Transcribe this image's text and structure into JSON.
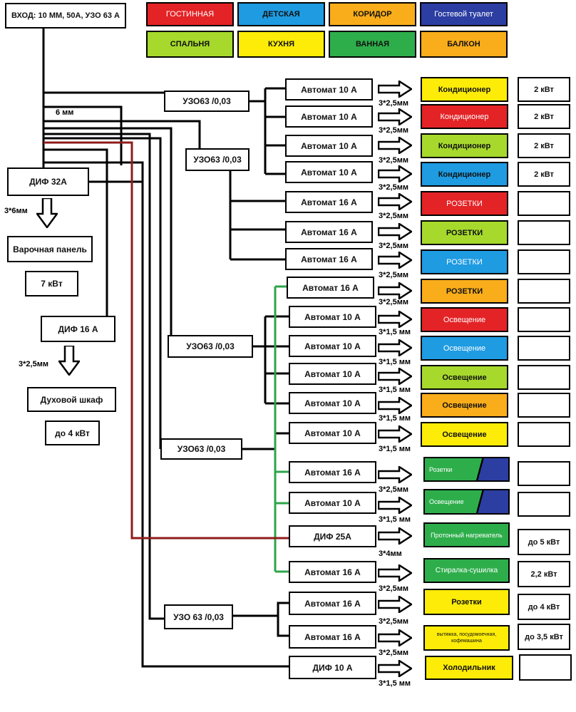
{
  "header": {
    "input_label": "ВХОД: 10 ММ, 50А, УЗО 63 А"
  },
  "legend": [
    {
      "label": "ГОСТИННАЯ",
      "color": "#e32326"
    },
    {
      "label": "ДЕТСКАЯ",
      "color": "#1e9be1"
    },
    {
      "label": "КОРИДОР",
      "color": "#f9ad1a"
    },
    {
      "label": "Гостевой туалет",
      "color": "#2c3ea2"
    },
    {
      "label": "СПАЛЬНЯ",
      "color": "#a6d92c"
    },
    {
      "label": "КУХНЯ",
      "color": "#fcec07"
    },
    {
      "label": "ВАННАЯ",
      "color": "#2eae4b"
    },
    {
      "label": "БАЛКОН",
      "color": "#f9ad1a"
    }
  ],
  "left_branch": {
    "dif1": "ДИФ  32А",
    "cable1": "3*6мм",
    "load1": "Варочная панель",
    "power1": "7 кВт",
    "dif2": "ДИФ    16 А",
    "cable2": "3*2,5мм",
    "load2": "Духовой шкаф",
    "power2": "до   4 кВт"
  },
  "wire_label": "6 мм",
  "rcds": [
    "УЗО63 /0,03",
    "УЗО63 /0,03",
    "УЗО63 /0,03",
    "УЗО63 /0,03",
    "УЗО 63 /0,03"
  ],
  "rows": [
    {
      "breaker": "Автомат  10 А",
      "cable": "3*2,5мм",
      "load": "Кондиционер",
      "power": "2 кВт"
    },
    {
      "breaker": "Автомат   10 А",
      "cable": "3*2,5мм",
      "load": "Кондиционер",
      "power": "2 кВт"
    },
    {
      "breaker": "Автомат   10 А",
      "cable": "3*2,5мм",
      "load": "Кондиционер",
      "power": "2 кВт"
    },
    {
      "breaker": "Автомат   10 А",
      "cable": "3*2,5мм",
      "load": "Кондиционер",
      "power": "2 кВт"
    },
    {
      "breaker": "Автомат  16 А",
      "cable": "3*2,5мм",
      "load": "РОЗЕТКИ",
      "power": ""
    },
    {
      "breaker": "Автомат  16 А",
      "cable": "3*2,5мм",
      "load": "РОЗЕТКИ",
      "power": ""
    },
    {
      "breaker": "Автомат  16 А",
      "cable": "3*2,5мм",
      "load": "РОЗЕТКИ",
      "power": ""
    },
    {
      "breaker": "Автомат   16 А",
      "cable": "3*2,5мм",
      "load": "РОЗЕТКИ",
      "power": ""
    },
    {
      "breaker": "Автомат    10 А",
      "cable": "3*1,5 мм",
      "load": "Освещение",
      "power": ""
    },
    {
      "breaker": "Автомат   10 А",
      "cable": "3*1,5 мм",
      "load": "Освещение",
      "power": ""
    },
    {
      "breaker": "Автомат   10 А",
      "cable": "3*1,5 мм",
      "load": "Освещение",
      "power": ""
    },
    {
      "breaker": "Автомат   10 А",
      "cable": "3*1,5 мм",
      "load": "Освещение",
      "power": ""
    },
    {
      "breaker": "Автомат   10 А",
      "cable": "3*1,5 мм",
      "load": "Освещение",
      "power": ""
    },
    {
      "breaker": "Автомат  16 А",
      "cable": "3*2,5мм",
      "load": "Розетки",
      "power": ""
    },
    {
      "breaker": "Автомат    10 А",
      "cable": "3*1,5 мм",
      "load": "Освещение",
      "power": ""
    },
    {
      "breaker": "ДИФ     25А",
      "cable": "3*4мм",
      "load": "Протонный нагреватель",
      "power": "до 5 кВт"
    },
    {
      "breaker": "Автомат   16 А",
      "cable": "3*2,5мм",
      "load": "Стиралка-сушилка",
      "power": "2,2 кВт"
    },
    {
      "breaker": "Автомат     16 А",
      "cable": "3*2,5мм",
      "load": "Розетки",
      "power": "до 4 кВт"
    },
    {
      "breaker": "Автомат    16 А",
      "cable": "3*2,5мм",
      "load": "вытяжка, посудомоечная, кофемашина",
      "power": "до 3,5 кВт"
    },
    {
      "breaker": "ДИФ      10 А",
      "cable": "3*1,5 мм",
      "load": "Холодильник",
      "power": ""
    }
  ]
}
